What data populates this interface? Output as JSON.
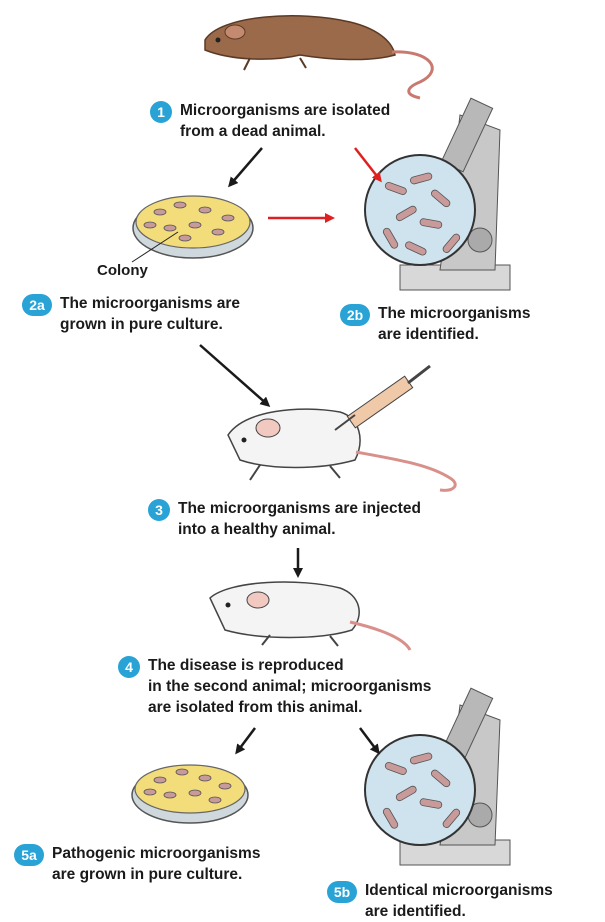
{
  "steps": [
    {
      "id": "step-1",
      "badge": "1",
      "lines": [
        "Microorganisms are isolated",
        "from a dead animal."
      ]
    },
    {
      "id": "step-2a",
      "badge": "2a",
      "lines": [
        "The microorganisms are",
        "grown in pure culture."
      ]
    },
    {
      "id": "step-2b",
      "badge": "2b",
      "lines": [
        "The microorganisms",
        "are identified."
      ]
    },
    {
      "id": "step-3",
      "badge": "3",
      "lines": [
        "The microorganisms are injected",
        "into a healthy animal."
      ]
    },
    {
      "id": "step-4",
      "badge": "4",
      "lines": [
        "The disease is reproduced",
        "in the second animal; microorganisms",
        "are isolated from this animal."
      ]
    },
    {
      "id": "step-5a",
      "badge": "5a",
      "lines": [
        "Pathogenic microorganisms",
        "are grown in pure culture."
      ]
    },
    {
      "id": "step-5b",
      "badge": "5b",
      "lines": [
        "Identical microorganisms",
        "are identified."
      ]
    }
  ],
  "colony_label": "Colony",
  "colors": {
    "badge": "#29a3d6",
    "arrow_black": "#1a1a1a",
    "arrow_red": "#e02020",
    "dead_rat": "#9b6a4a",
    "healthy_rat": "#f4f4f4",
    "agar": "#f3dc7a",
    "microscope_view": "#cfe3ee",
    "microbe": "#c99a9a"
  }
}
